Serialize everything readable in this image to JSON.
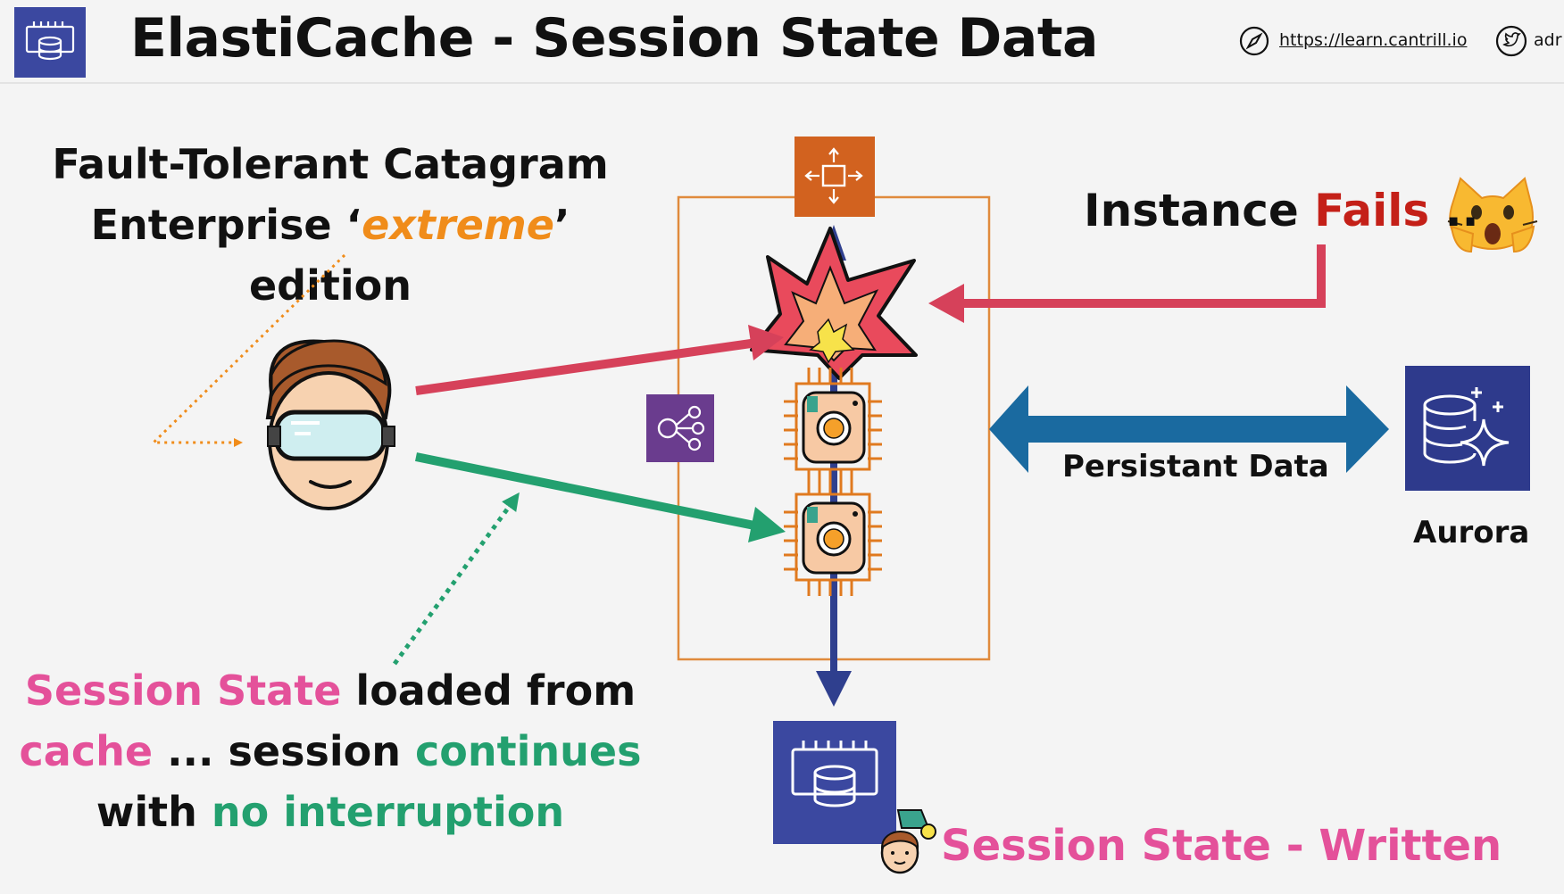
{
  "header": {
    "title": "ElastiCache - Session State Data",
    "link": "https://learn.cantrill.io",
    "handle": "adr"
  },
  "left_heading": {
    "line1": "Fault-Tolerant Catagram",
    "line2_pre": "Enterprise ‘",
    "line2_em": "extreme",
    "line2_post": "’ edition"
  },
  "failure": {
    "pre": "Instance ",
    "word": "Fails",
    "post": " .."
  },
  "persistent": {
    "label": "Persistant Data"
  },
  "aurora": {
    "label": "Aurora"
  },
  "caption": {
    "p1": "Session State",
    "p2": " loaded from",
    "p3": "cache",
    "p4": " ... session ",
    "p5": "continues",
    "p6": "with ",
    "p7": "no interruption"
  },
  "written": {
    "label": "Session State - Written"
  },
  "colors": {
    "elasticache": "#3b48a0",
    "autoscaling": "#d2621f",
    "load_balancer": "#6a3c8e",
    "red_arrow": "#d6415a",
    "green_arrow": "#23a06f",
    "blue_arrow": "#1a6aa0",
    "pink_text": "#e4519a",
    "fail_red": "#c42018"
  }
}
